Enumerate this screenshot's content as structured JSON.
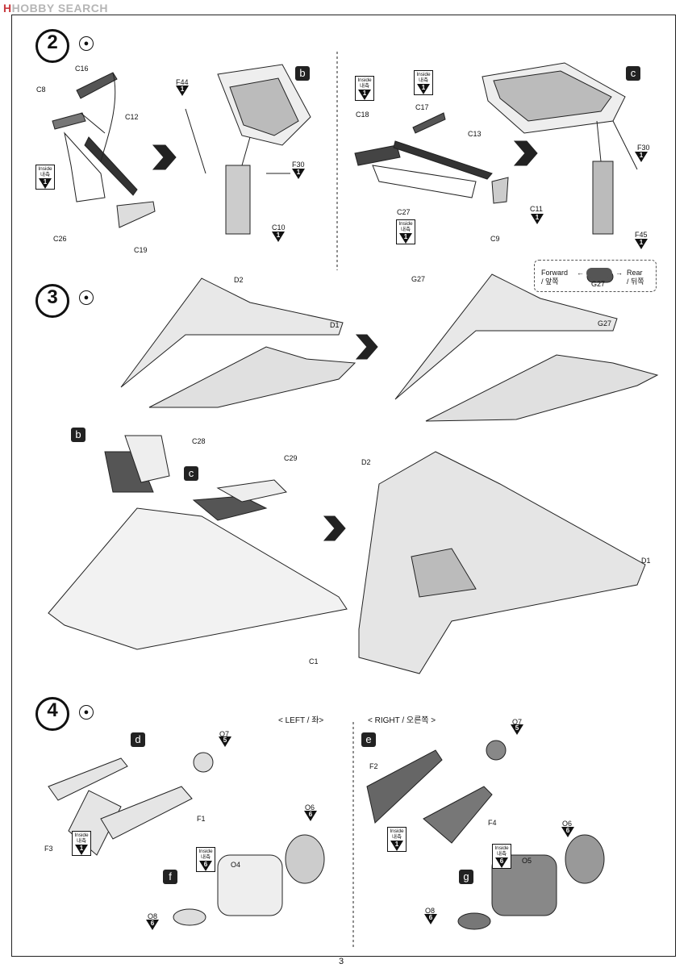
{
  "watermark": {
    "brand": "HOBBY SEARCH"
  },
  "page_number": "3",
  "steps": {
    "step2": {
      "number": "2"
    },
    "step3": {
      "number": "3"
    },
    "step4": {
      "number": "4"
    }
  },
  "sub_badges": {
    "b": "b",
    "c": "c",
    "d": "d",
    "e": "e",
    "f": "f",
    "g": "g"
  },
  "inside_label": {
    "en": "Inside",
    "kr": "내측"
  },
  "numbers": {
    "one": "1",
    "five": "5",
    "six": "6"
  },
  "part_labels": {
    "C16": "C16",
    "C8": "C8",
    "C12": "C12",
    "C26": "C26",
    "C19": "C19",
    "F44": "F44",
    "F30": "F30",
    "C10": "C10",
    "C18": "C18",
    "C17": "C17",
    "C13": "C13",
    "C27": "C27",
    "C9": "C9",
    "C11": "C11",
    "F45": "F45",
    "D2": "D2",
    "D1": "D1",
    "G27": "G27",
    "C28": "C28",
    "C29": "C29",
    "C1": "C1",
    "O7": "O7",
    "O6": "O6",
    "O4": "O4",
    "O8": "O8",
    "O5": "O5",
    "F1": "F1",
    "F3": "F3",
    "F2": "F2",
    "F4": "F4"
  },
  "direction_legend": {
    "forward": "Forward",
    "forward_kr": "/ 앞쪽",
    "rear": "Rear",
    "rear_kr": "/ 뒤쪽",
    "part": "G27"
  },
  "side_headers": {
    "left": "< LEFT / 좌>",
    "right": "< RIGHT / 오른쪽 >"
  }
}
